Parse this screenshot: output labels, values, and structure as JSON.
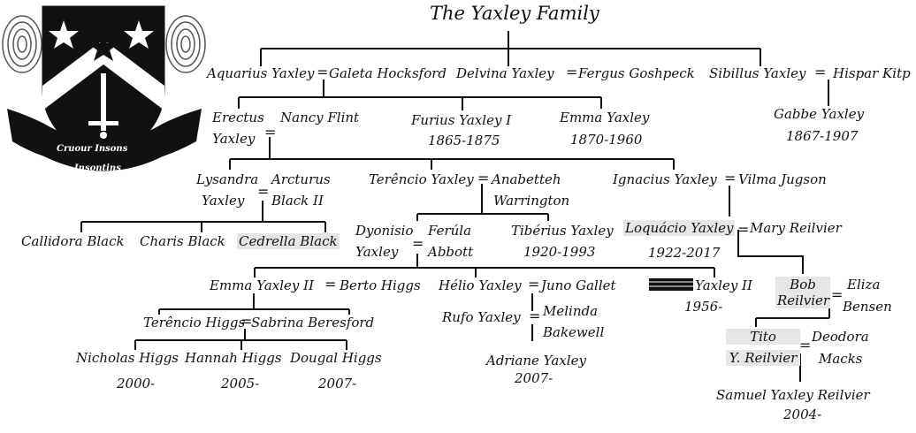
{
  "title": "The Yaxley Family",
  "crest": {
    "motto_line1": "Cruour Insons",
    "motto_line2": "Insontins"
  },
  "equals_sign": "=",
  "people": {
    "aquarius": "Aquarius Yaxley",
    "galeta": "Galeta Hocksford",
    "delvina": "Delvina Yaxley",
    "fergus": "Fergus Goshpeck",
    "sibillus": "Sibillus Yaxley",
    "hispar": "Hispar Kitp",
    "erectus_1": "Erectus",
    "erectus_2": "Yaxley",
    "nancy": "Nancy Flint",
    "furius": "Furius Yaxley I",
    "furius_dates": "1865-1875",
    "emma": "Emma Yaxley",
    "emma_dates": "1870-1960",
    "gabbe": "Gabbe Yaxley",
    "gabbe_dates": "1867-1907",
    "lysandra_1": "Lysandra",
    "lysandra_2": "Yaxley",
    "arcturus_1": "Arcturus",
    "arcturus_2": "Black II",
    "terencio": "Terêncio Yaxley",
    "anabetteh_1": "Anabetteh",
    "anabetteh_2": "Warrington",
    "ignacius": "Ignacius Yaxley",
    "vilma": "Vilma Jugson",
    "callidora": "Callidora Black",
    "charis": "Charis Black",
    "cedrella": "Cedrella Black",
    "dyonisio_1": "Dyonisio",
    "dyonisio_2": "Yaxley",
    "ferula_1": "Ferúla",
    "ferula_2": "Abbott",
    "tiberius": "Tibérius Yaxley",
    "tiberius_dates": "1920-1993",
    "loquacio": "Loquácio Yaxley",
    "loquacio_dates": "1922-2017",
    "mary": "Mary Reilvier",
    "emma2": "Emma Yaxley II",
    "berto": "Berto Higgs",
    "helio": "Hélio Yaxley",
    "juno": "Juno Gallet",
    "yaxley2": "Yaxley II",
    "yaxley2_dates": "1956-",
    "bob_1": "Bob",
    "bob_2": "Reilvier",
    "eliza_1": "Eliza",
    "eliza_2": "Bensen",
    "terencio_h": "Terêncio Higgs",
    "sabrina": "Sabrina Beresford",
    "rufo": "Rufo Yaxley",
    "melinda_1": "Melinda",
    "melinda_2": "Bakewell",
    "tito_1": "Tito",
    "tito_2": "Y. Reilvier",
    "deodora_1": "Deodora",
    "deodora_2": "Macks",
    "nicholas": "Nicholas Higgs",
    "nicholas_dates": "2000-",
    "hannah": "Hannah Higgs",
    "hannah_dates": "2005-",
    "dougal": "Dougal Higgs",
    "dougal_dates": "2007-",
    "adriane": "Adriane Yaxley",
    "adriane_dates": "2007-",
    "samuel": "Samuel Yaxley Reilvier",
    "samuel_dates": "2004-"
  },
  "colors": {
    "line": "#111111",
    "highlight": "#e6e6e6",
    "shield": "#111111",
    "ribbon": "#111111"
  }
}
